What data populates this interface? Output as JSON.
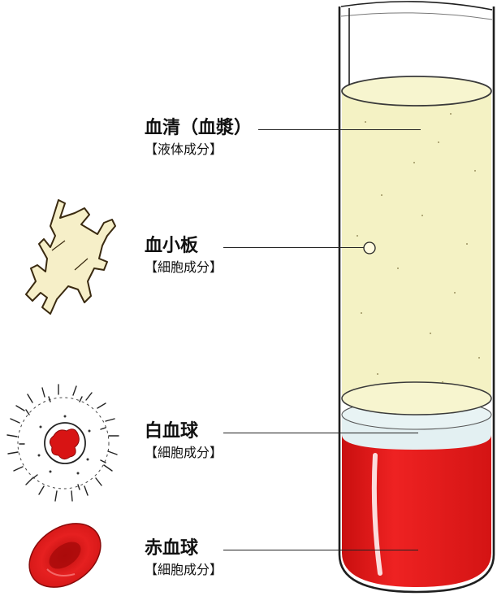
{
  "components": {
    "serum": {
      "name": "血清（血漿）",
      "category": "【液体成分】"
    },
    "platelet": {
      "name": "血小板",
      "category": "【細胞成分】"
    },
    "white_cell": {
      "name": "白血球",
      "category": "【細胞成分】"
    },
    "red_cell": {
      "name": "赤血球",
      "category": "【細胞成分】"
    }
  },
  "colors": {
    "plasma": "#f4f2c4",
    "buffy_coat": "#e3f0f2",
    "blood_red": "#e41a1a",
    "platelet_fill": "#f6efc8",
    "outline": "#2a2a2a"
  },
  "icons": [
    "platelet-icon",
    "white-blood-cell-icon",
    "red-blood-cell-icon",
    "test-tube-icon"
  ]
}
